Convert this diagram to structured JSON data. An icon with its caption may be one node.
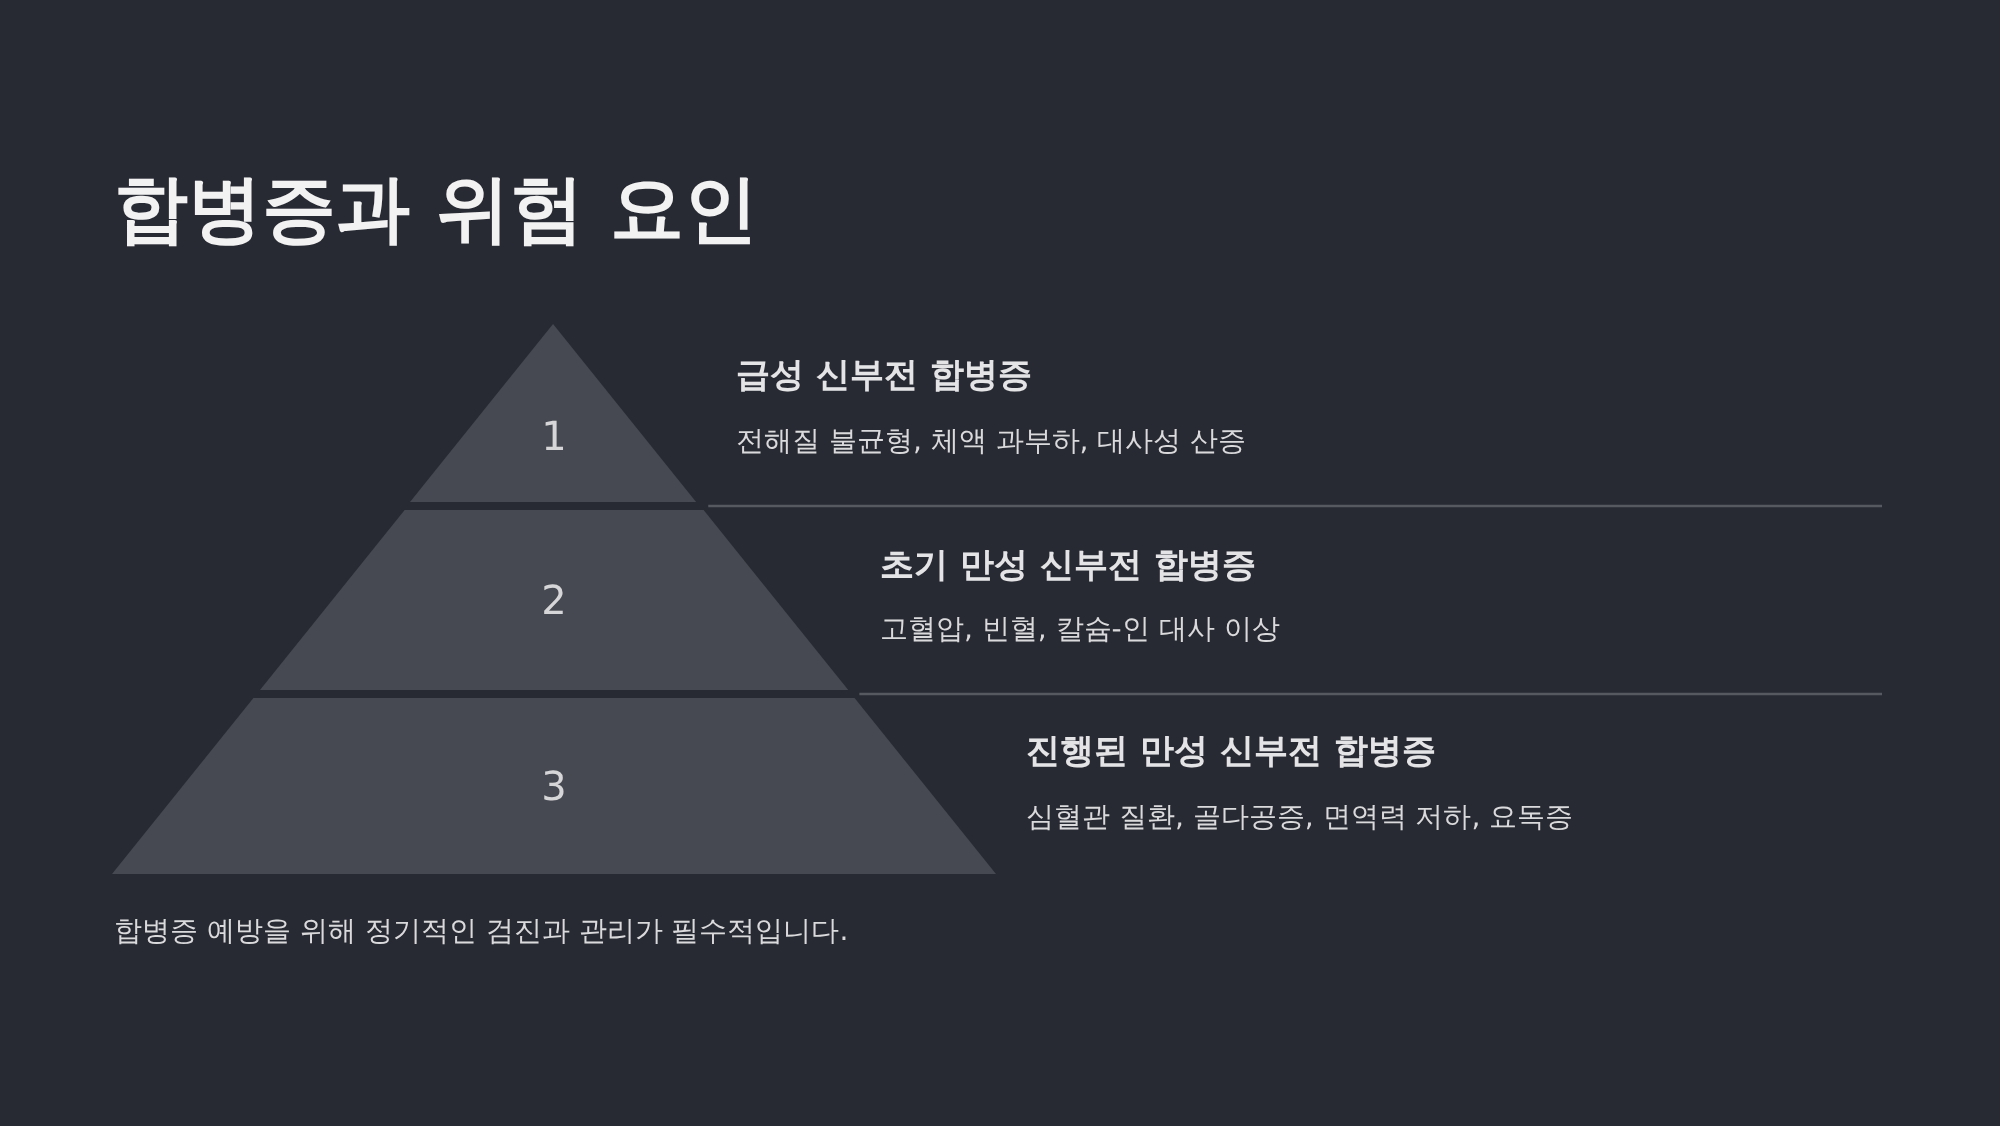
{
  "diagram": {
    "title": "합병증과 위험 요인",
    "nodes": [
      {
        "text": [
          "1"
        ],
        "beside": [
          "급성 신부전 합병증",
          "전해질 불균형, 체액 과부하, 대사성 산증"
        ]
      },
      {
        "text": [
          "2"
        ],
        "beside": [
          "초기 만성 신부전 합병증",
          "고혈압, 빈혈, 칼슘-인 대사 이상"
        ]
      },
      {
        "text": [
          "3"
        ],
        "beside": [
          "진행된 만성 신부전 합병증",
          "심혈관 질환, 골다공증, 면역력 저하, 요독증"
        ]
      }
    ],
    "caption": "합병증 예방을 위해 정기적인 검진과 관리가 필수적입니다."
  }
}
